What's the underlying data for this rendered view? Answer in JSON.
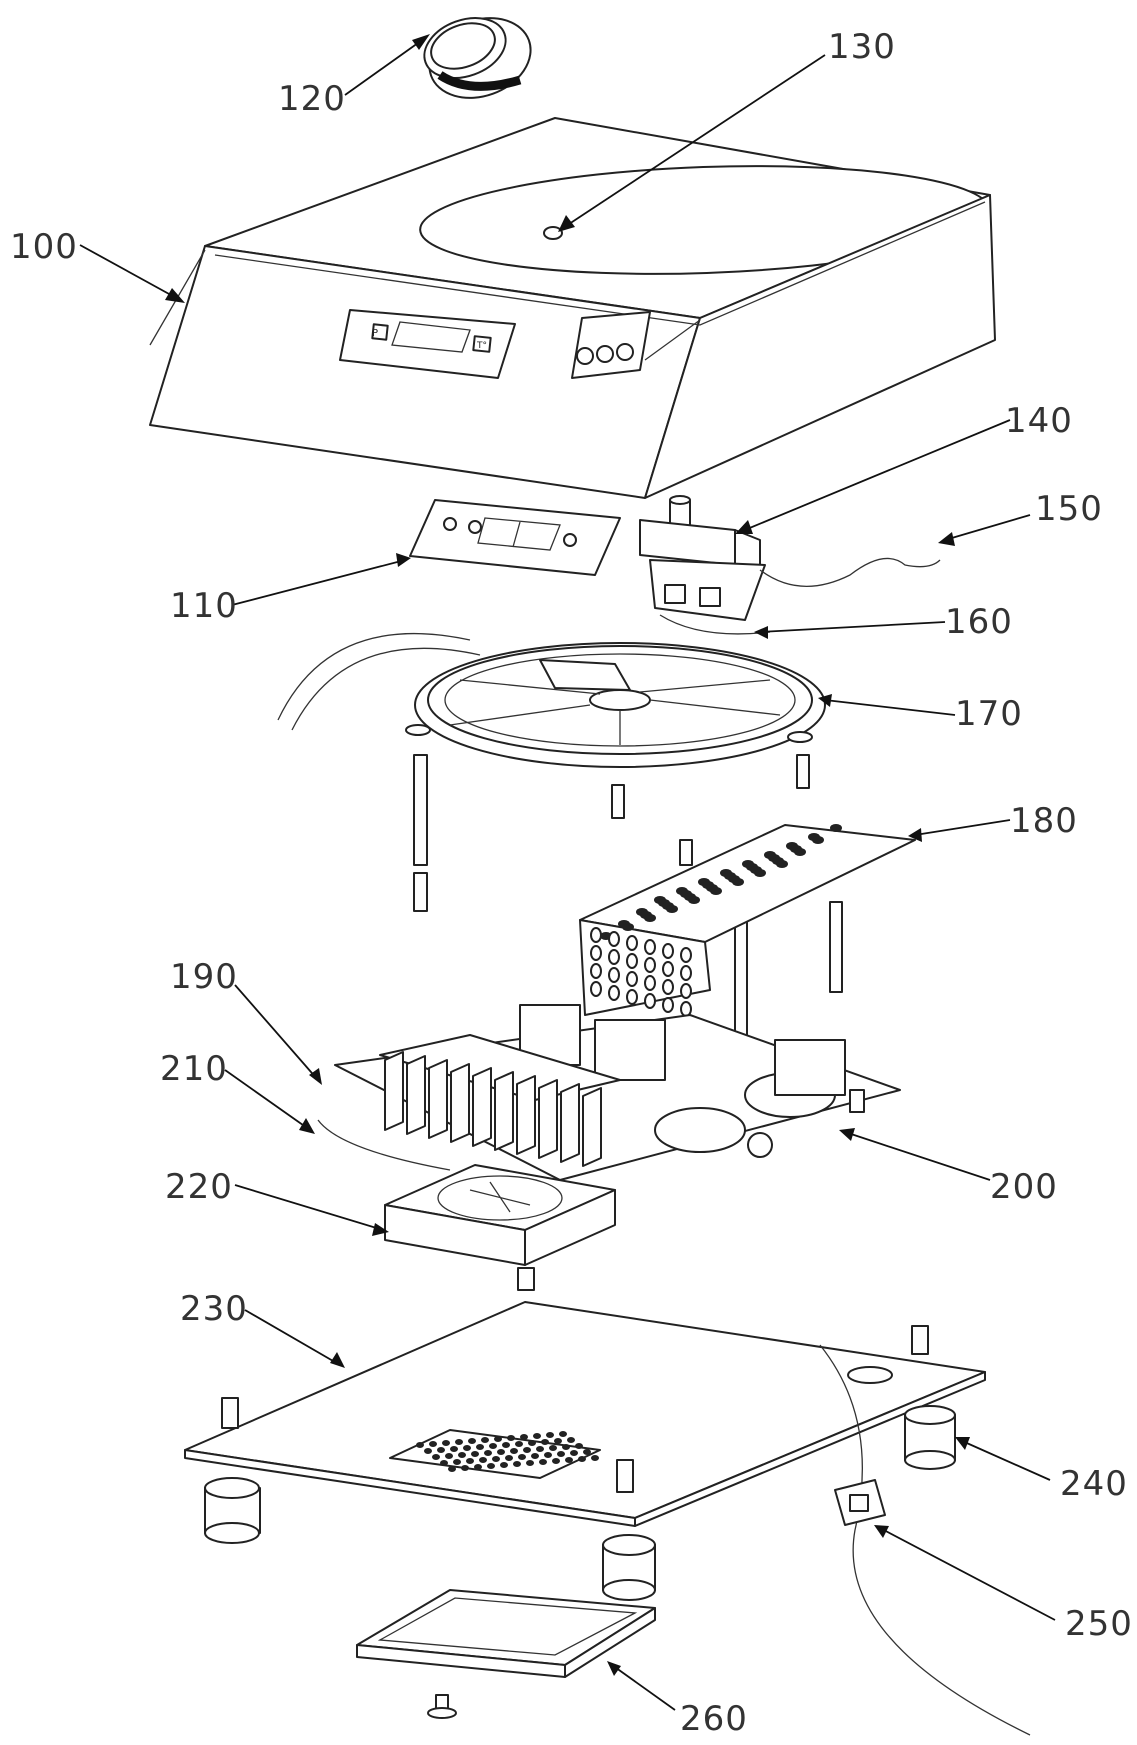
{
  "figure": {
    "labels": [
      {
        "id": "100",
        "text": "100"
      },
      {
        "id": "110",
        "text": "110"
      },
      {
        "id": "120",
        "text": "120"
      },
      {
        "id": "130",
        "text": "130"
      },
      {
        "id": "140",
        "text": "140"
      },
      {
        "id": "150",
        "text": "150"
      },
      {
        "id": "160",
        "text": "160"
      },
      {
        "id": "170",
        "text": "170"
      },
      {
        "id": "180",
        "text": "180"
      },
      {
        "id": "190",
        "text": "190"
      },
      {
        "id": "200",
        "text": "200"
      },
      {
        "id": "210",
        "text": "210"
      },
      {
        "id": "220",
        "text": "220"
      },
      {
        "id": "230",
        "text": "230"
      },
      {
        "id": "240",
        "text": "240"
      },
      {
        "id": "250",
        "text": "250"
      },
      {
        "id": "260",
        "text": "260"
      }
    ],
    "panel_keys": {
      "left": "P",
      "right": "T°"
    }
  }
}
